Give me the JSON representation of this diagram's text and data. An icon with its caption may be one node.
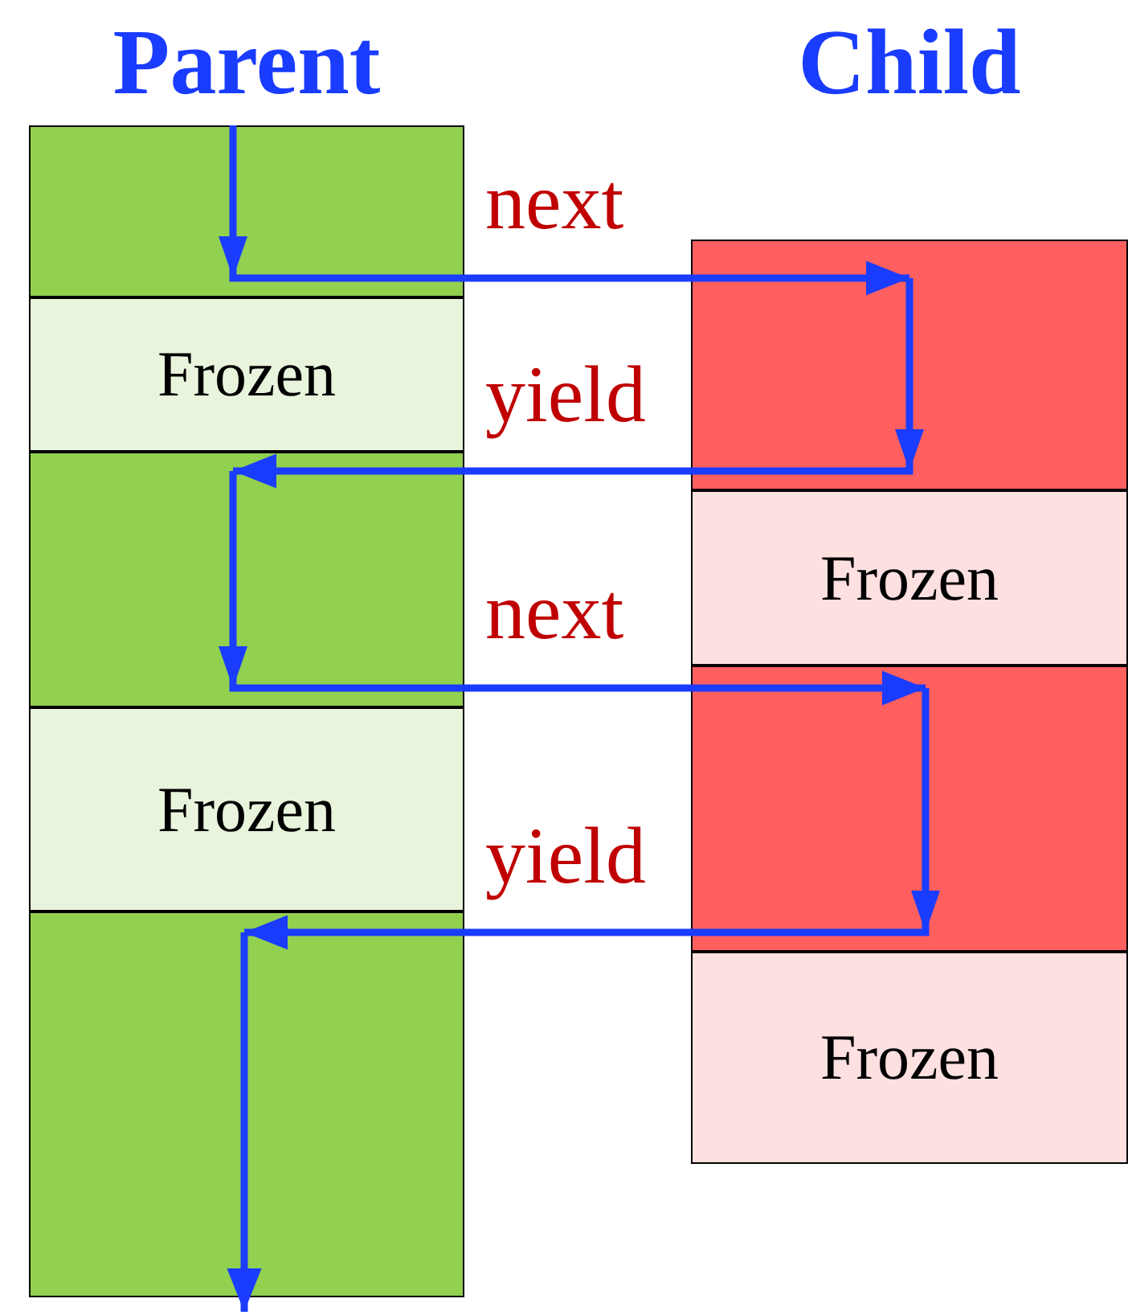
{
  "diagram": {
    "nodes": [
      {
        "text": [
          "Parent"
        ]
      },
      {
        "text": [],
        "shape": "bar",
        "in": 0
      },
      {
        "text": [
          "Frozen"
        ],
        "in": 0
      },
      {
        "text": [],
        "shape": "bar",
        "in": 0
      },
      {
        "text": [
          "Frozen"
        ],
        "in": 0
      },
      {
        "text": [],
        "shape": "bar",
        "in": 0
      },
      {
        "text": [
          "Child"
        ]
      },
      {
        "text": [],
        "shape": "bar",
        "in": 6
      },
      {
        "text": [
          "Frozen"
        ],
        "in": 6
      },
      {
        "text": [],
        "shape": "bar",
        "in": 6
      },
      {
        "text": [
          "Frozen"
        ],
        "in": 6
      }
    ],
    "edges": [
      {
        "from": 1,
        "to": 7,
        "arrow": "to",
        "label": "next"
      },
      {
        "from": 7,
        "to": 3,
        "arrow": "to",
        "label": "yield"
      },
      {
        "from": 3,
        "to": 9,
        "arrow": "to",
        "label": "next"
      },
      {
        "from": 9,
        "to": 5,
        "arrow": "to",
        "label": "yield"
      },
      {
        "from": null,
        "to": 5,
        "arrow": "to"
      }
    ]
  }
}
